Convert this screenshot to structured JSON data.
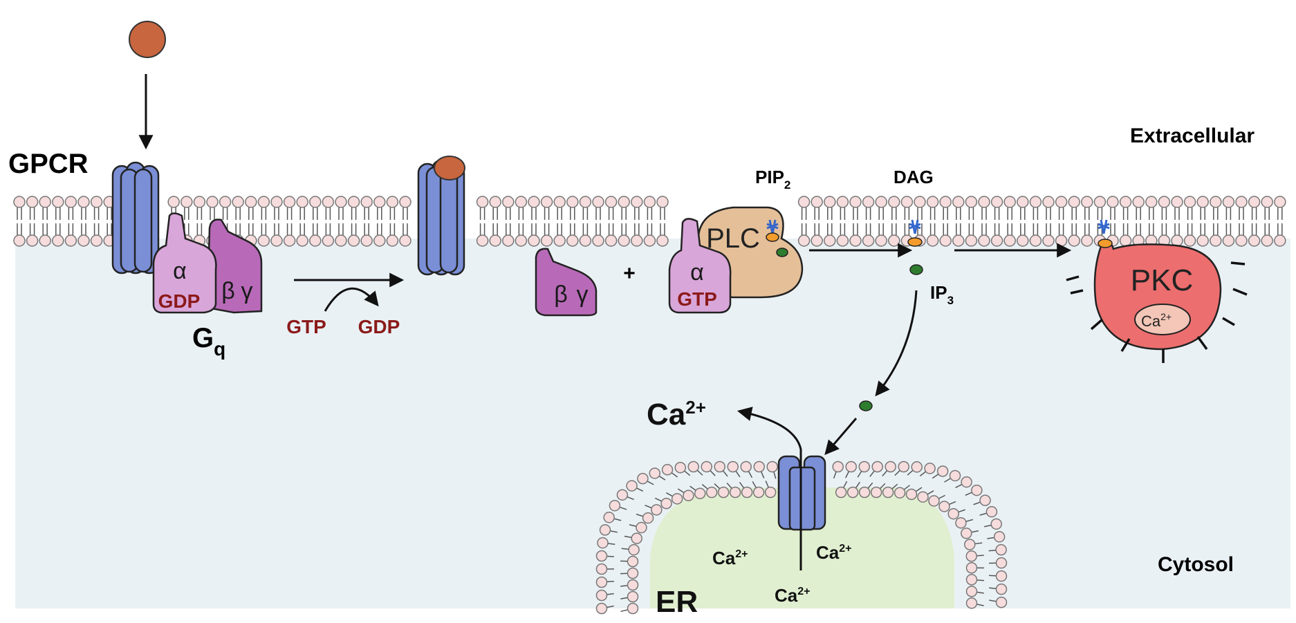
{
  "labels": {
    "extracellular": "Extracellular",
    "cytosol": "Cytosol",
    "gpcr": "GPCR",
    "gq_main": "G",
    "gq_sub": "q",
    "gtp_free": "GTP",
    "gdp_free": "GDP",
    "pip2_main": "PIP",
    "pip2_sub": "2",
    "dag": "DAG",
    "ip3_main": "IP",
    "ip3_sub": "3",
    "plc": "PLC",
    "pkc": "PKC",
    "pkc_ca_main": "Ca",
    "pkc_ca_sup": "2+",
    "ca_released_main": "Ca",
    "ca_released_sup": "2+",
    "er": "ER",
    "er_ca_main": "Ca",
    "er_ca_sup": "2+",
    "plus": "+"
  },
  "subunits": {
    "alpha": "α",
    "beta": "β",
    "gamma": "γ",
    "bound_gdp": "GDP",
    "bound_gtp": "GTP"
  },
  "colors": {
    "cytosol": "#eaf1f5",
    "membrane_head": "#f6dcdc",
    "receptor": "#7b8fd6",
    "alpha": "#d9a6d9",
    "betagamma": "#b86ab8",
    "ligand": "#c8663f",
    "plc": "#e4bf98",
    "pkc": "#ec6e6e",
    "er_lumen": "#e0efd0",
    "ip3": "#2e7d2e",
    "lipid_tail": "#3366cc",
    "lipid_head": "#f39c2c",
    "dark_red_text": "#8b1a1a"
  }
}
